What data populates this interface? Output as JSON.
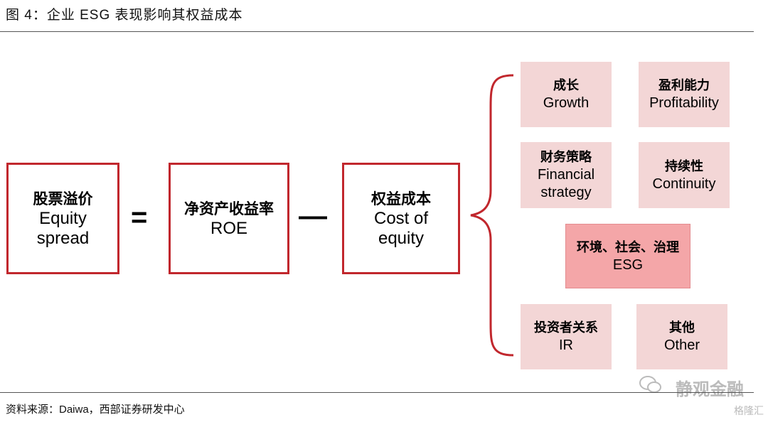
{
  "header": {
    "title": "图 4：企业 ESG 表现影响其权益成本"
  },
  "equation": {
    "left": {
      "cn": "股票溢价",
      "en1": "Equity",
      "en2": "spread"
    },
    "equals": "=",
    "middle": {
      "cn": "净资产收益率",
      "en1": "ROE"
    },
    "minus": "—",
    "right": {
      "cn": "权益成本",
      "en1": "Cost of",
      "en2": "equity"
    }
  },
  "factors": [
    {
      "cn": "成长",
      "en1": "Growth",
      "en2": ""
    },
    {
      "cn": "盈利能力",
      "en1": "Profitability",
      "en2": ""
    },
    {
      "cn": "财务策略",
      "en1": "Financial",
      "en2": "strategy"
    },
    {
      "cn": "持续性",
      "en1": "Continuity",
      "en2": ""
    },
    {
      "cn": "环境、社会、治理",
      "en1": "ESG",
      "en2": ""
    },
    {
      "cn": "投资者关系",
      "en1": "IR",
      "en2": ""
    },
    {
      "cn": "其他",
      "en1": "Other",
      "en2": ""
    }
  ],
  "footer": {
    "source": "资料来源：Daiwa，西部证券研发中心"
  },
  "watermark": {
    "text": "静观金融",
    "sub": "格隆汇"
  },
  "colors": {
    "accent_red": "#c1272d",
    "factor_fill": "#f3d6d6",
    "highlight_fill": "#f4a6a8"
  }
}
